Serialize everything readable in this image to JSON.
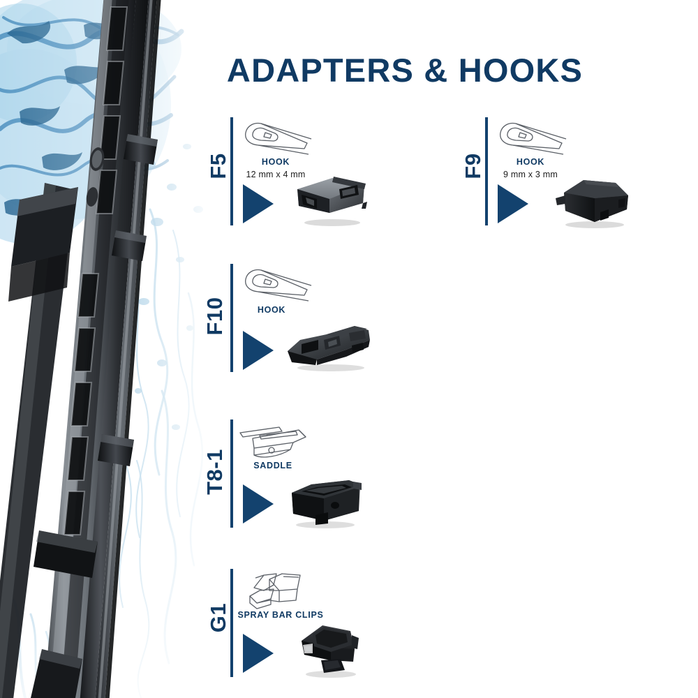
{
  "page": {
    "title": "ADAPTERS & HOOKS",
    "background_color": "#ffffff",
    "brand_navy": "#103a63",
    "accent_navy": "#13426e",
    "water_blue": "#7fb8da"
  },
  "hero": {
    "name": "wiper-blade-photo",
    "description": "Automotive windshield wiper blade over a blue water splash",
    "blade_color": "#2d2f33",
    "splash_color": "#4a8fc0"
  },
  "sections": [
    {
      "code": "F5",
      "icon": "hook-arm-icon",
      "type_label": "HOOK",
      "dimension": "12 mm x 4 mm",
      "arrow": "play-triangle-icon",
      "product": "adapter-f5-photo"
    },
    {
      "code": "F9",
      "icon": "hook-arm-icon",
      "type_label": "HOOK",
      "dimension": "9 mm x 3 mm",
      "arrow": "play-triangle-icon",
      "product": "adapter-f9-photo"
    },
    {
      "code": "F10",
      "icon": "hook-arm-icon",
      "type_label": "HOOK",
      "dimension": "",
      "arrow": "play-triangle-icon",
      "product": "adapter-f10-photo"
    },
    {
      "code": "T8-1",
      "icon": "saddle-arm-icon",
      "type_label": "SADDLE",
      "dimension": "",
      "arrow": "play-triangle-icon",
      "product": "adapter-t81-photo"
    },
    {
      "code": "G1",
      "icon": "spray-bar-clips-icon",
      "type_label": "SPRAY BAR CLIPS",
      "dimension": "",
      "arrow": "play-triangle-icon",
      "product": "adapter-g1-photo"
    }
  ]
}
